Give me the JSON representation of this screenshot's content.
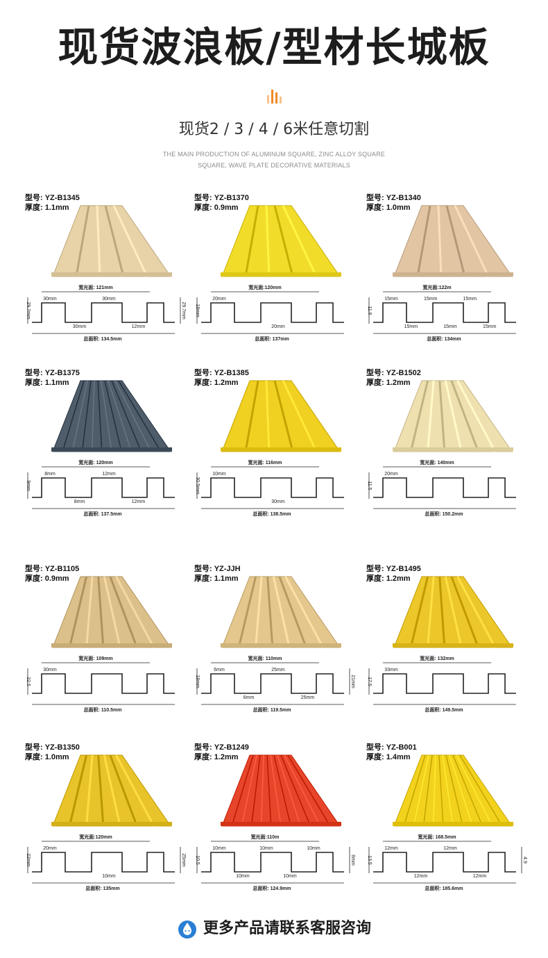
{
  "header": {
    "title": "现货波浪板/型材长城板",
    "subtitle": "现货2 / 3 / 4 / 6米任意切割",
    "desc_line1": "THE MAIN PRODUCTION OF ALUMINUM SQUARE, ZINC ALLOY SQUARE",
    "desc_line2": "SQUARE, WAVE PLATE DECORATIVE MATERIALS",
    "accent_color": "#f08a24"
  },
  "products": [
    {
      "model": "型号: YZ-B1345",
      "thickness": "厚度: 1.1mm",
      "color": "#e8d3a8",
      "dims": {
        "top": "宽光面: 121mm",
        "total": "总面积: 134.5mm",
        "a": "30mm",
        "b": "30mm",
        "c": "30mm",
        "d": "12mm",
        "h1": "29.7mm",
        "h2": "29.7mm"
      }
    },
    {
      "model": "型号: YZ-B1370",
      "thickness": "厚度: 0.9mm",
      "color": "#f2dc2a",
      "dims": {
        "top": "宽光面:120mm",
        "total": "总面积: 137mm",
        "a": "20mm",
        "b": "20mm",
        "h1": "18mm"
      }
    },
    {
      "model": "型号: YZ-B1340",
      "thickness": "厚度: 1.0mm",
      "color": "#e2c6a4",
      "dims": {
        "top": "宽光面:122m",
        "total": "总面积: 134mm",
        "a": "15mm",
        "b": "15mm",
        "c": "15mm",
        "d": "15mm",
        "e": "15mm",
        "f": "15mm",
        "h1": "11.6"
      }
    },
    {
      "model": "型号: YZ-B1375",
      "thickness": "厚度: 1.1mm",
      "color": "#4f5d6b",
      "dims": {
        "top": "宽光面: 120mm",
        "total": "总面积: 137.5mm",
        "a": "8mm",
        "b": "8mm",
        "c": "12mm",
        "d": "12mm",
        "h1": "9mm"
      }
    },
    {
      "model": "型号: YZ-B1385",
      "thickness": "厚度: 1.2mm",
      "color": "#f0d020",
      "dims": {
        "top": "宽光面: 116mm",
        "total": "总面积: 138.5mm",
        "a": "10mm",
        "b": "30mm",
        "h1": "30.5mm"
      }
    },
    {
      "model": "型号: YZ-B1502",
      "thickness": "厚度: 1.2mm",
      "color": "#efe0b0",
      "dims": {
        "top": "宽光面: 140mm",
        "total": "总面积: 150.2mm",
        "a": "20mm",
        "h1": "11.5"
      }
    },
    {
      "model": "型号: YZ-B1105",
      "thickness": "厚度: 0.9mm",
      "color": "#dcc08a",
      "dims": {
        "top": "宽光面: 109mm",
        "total": "总面积: 110.5mm",
        "a": "30mm",
        "h1": "22.5"
      }
    },
    {
      "model": "型号: YZ-JJH",
      "thickness": "厚度: 1.1mm",
      "color": "#e4c78c",
      "dims": {
        "top": "宽光面: 110mm",
        "total": "总面积: 119.5mm",
        "a": "6mm",
        "b": "6mm",
        "c": "25mm",
        "d": "25mm",
        "h1": "18mm",
        "h2": "21mm"
      }
    },
    {
      "model": "型号: YZ-B1495",
      "thickness": "厚度: 1.2mm",
      "color": "#ecc72a",
      "dims": {
        "top": "宽光面: 132mm",
        "total": "总面积: 149.5mm",
        "a": "33mm",
        "h1": "17.5"
      }
    },
    {
      "model": "型号: YZ-B1350",
      "thickness": "厚度: 1.0mm",
      "color": "#e8c42a",
      "dims": {
        "top": "宽光面:120mm",
        "total": "总面积: 135mm",
        "a": "20mm",
        "b": "10mm",
        "h1": "22mm",
        "h2": "25mm"
      }
    },
    {
      "model": "型号: YZ-B1249",
      "thickness": "厚度: 1.2mm",
      "color": "#e8462a",
      "dims": {
        "top": "宽光面:110m",
        "total": "总面积: 124.9mm",
        "a": "10mm",
        "b": "10mm",
        "c": "10mm",
        "d": "10mm",
        "e": "10mm",
        "h1": "10.5",
        "h2": "6mm"
      }
    },
    {
      "model": "型号: YZ-B001",
      "thickness": "厚度: 1.4mm",
      "color": "#f2d21c",
      "dims": {
        "top": "宽光面: 168.5mm",
        "total": "总面积: 185.6mm",
        "a": "12mm",
        "b": "12mm",
        "c": "12mm",
        "d": "12mm",
        "h1": "13.5",
        "h2": "4.9"
      }
    }
  ],
  "footer": {
    "text": "更多产品请联系客服咨询",
    "icon": "water-drop-icon",
    "icon_color": "#2a7fd4"
  }
}
